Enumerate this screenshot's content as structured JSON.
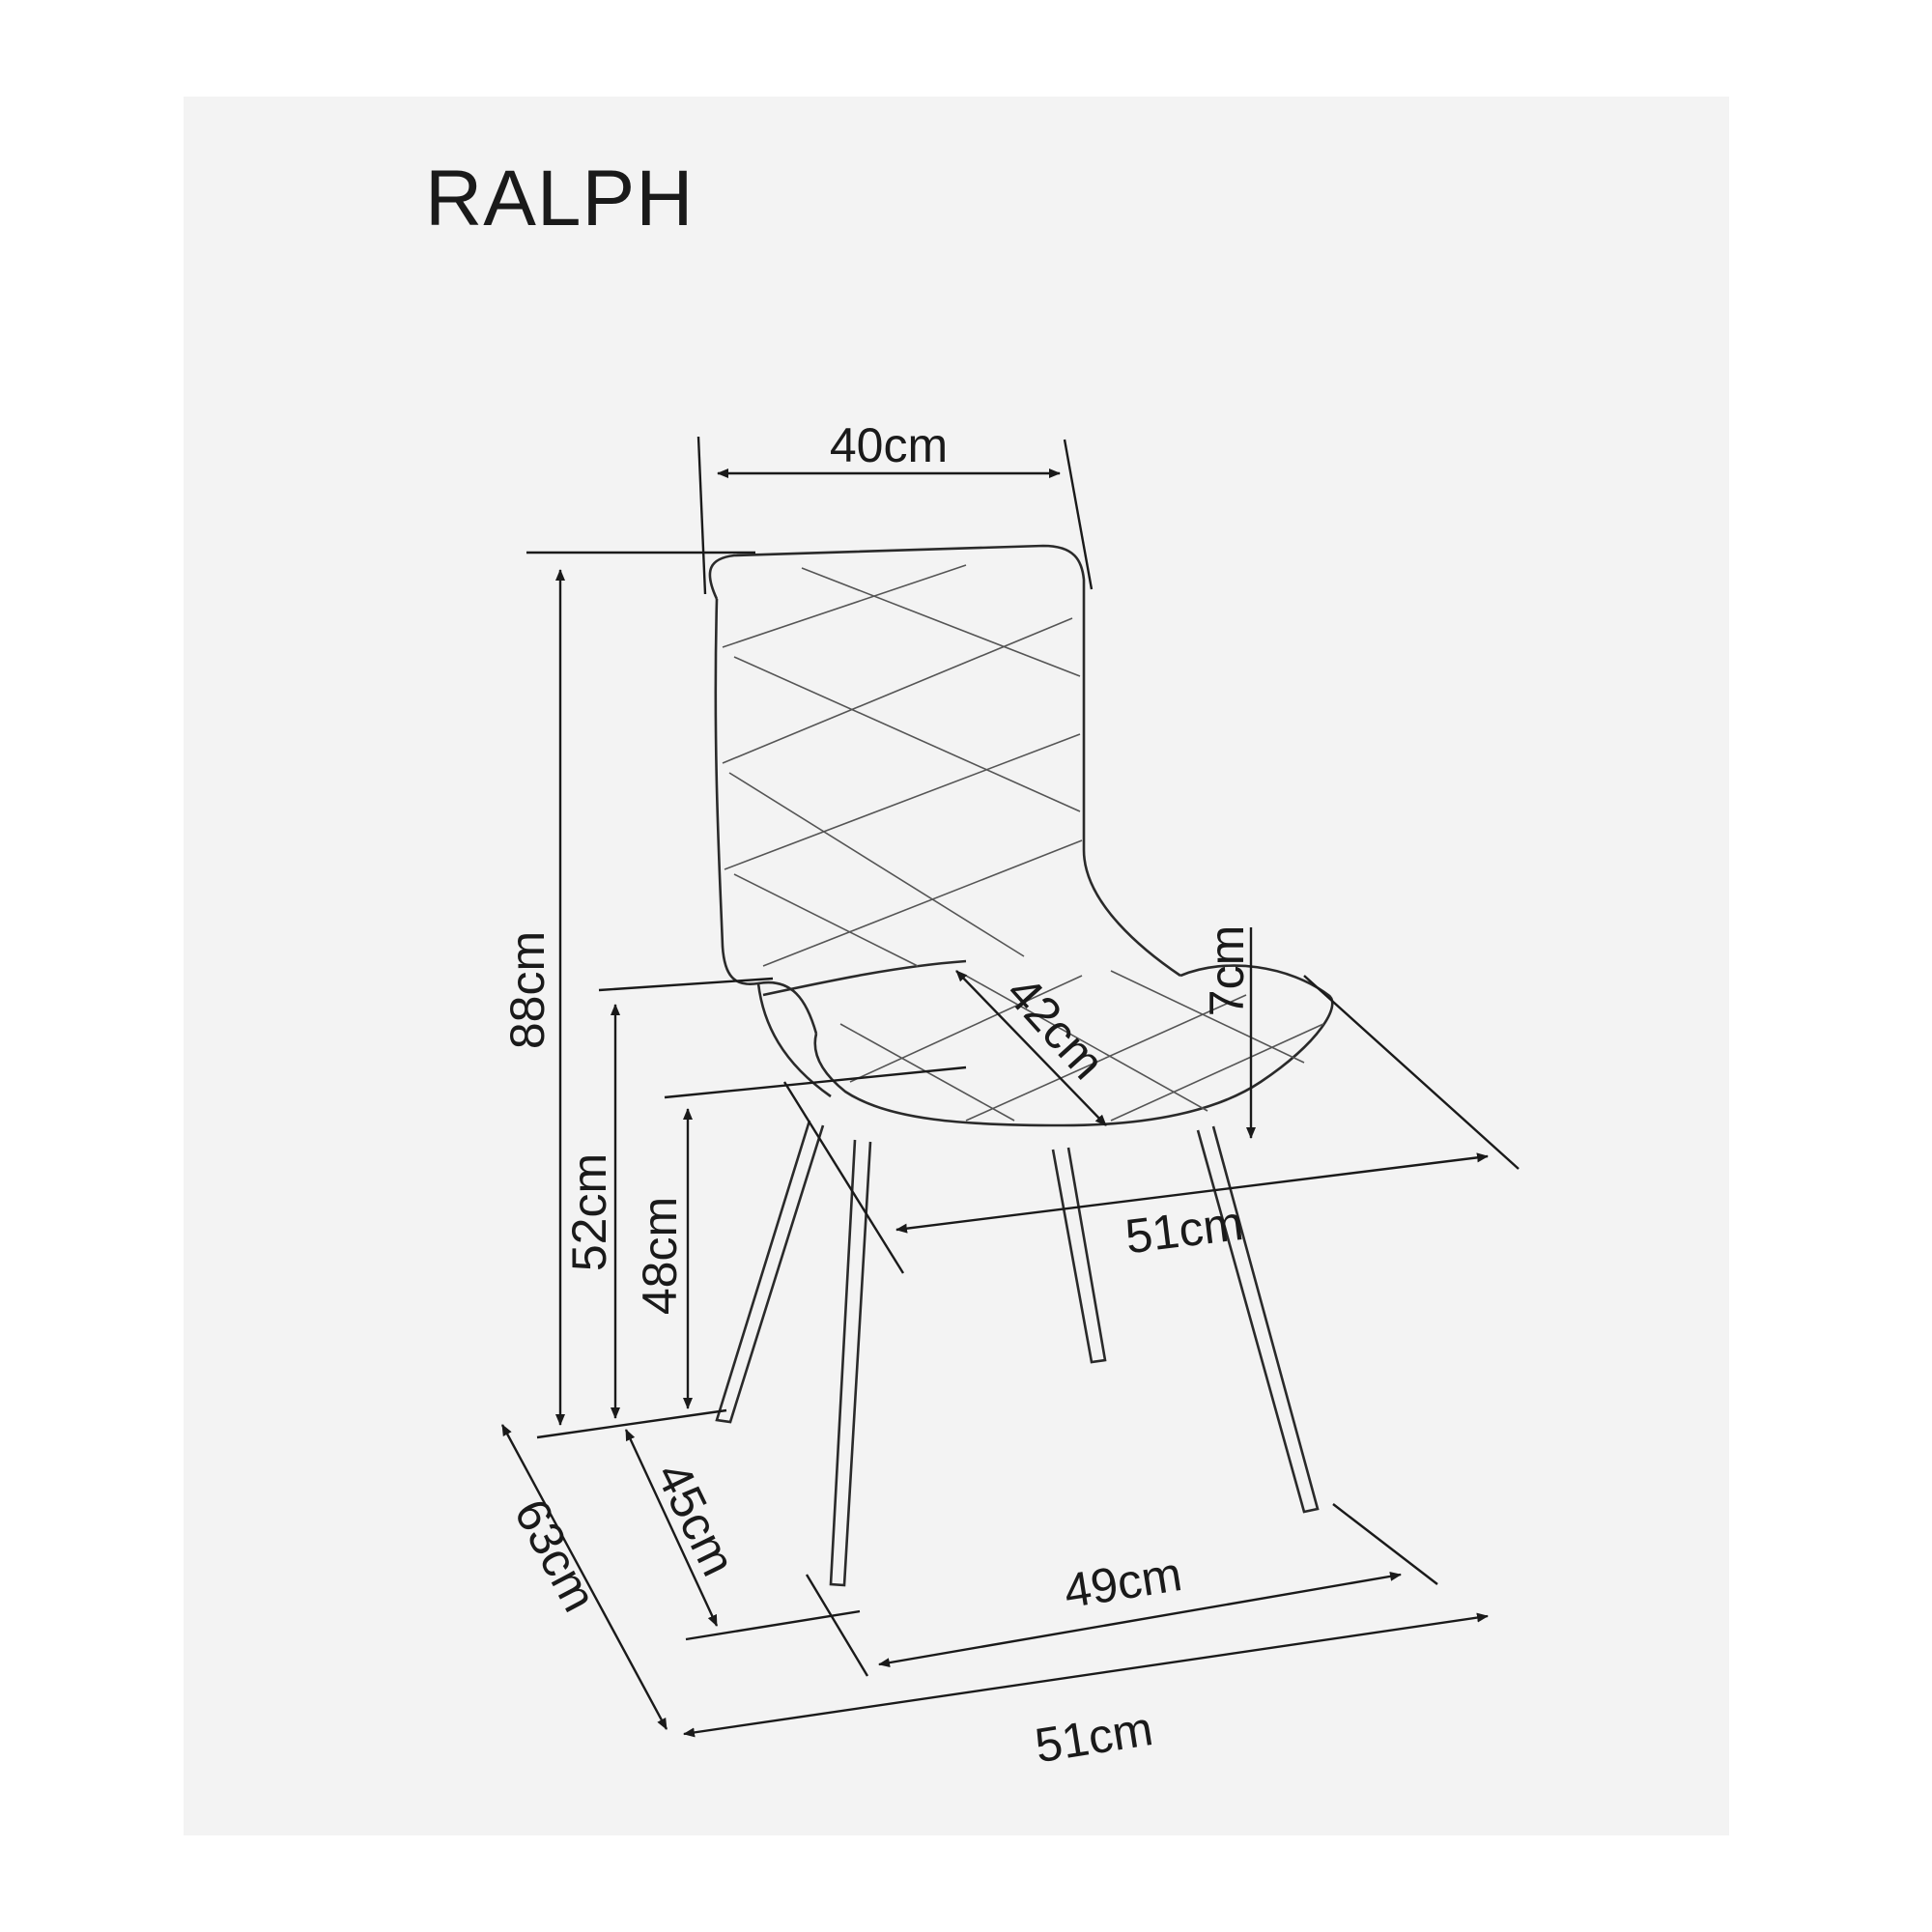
{
  "title": "RALPH",
  "dimensions": {
    "backrest_width": "40cm",
    "total_height": "88cm",
    "armrest_height": "52cm",
    "seat_height": "48cm",
    "seat_depth": "42cm",
    "seat_thickness": "7cm",
    "seat_width": "51cm",
    "floor_depth": "45cm",
    "total_depth": "63cm",
    "leg_span_width": "49cm",
    "total_width": "51cm"
  },
  "colors": {
    "line": "#1a1a1a",
    "panel": "#f3f3f3"
  }
}
